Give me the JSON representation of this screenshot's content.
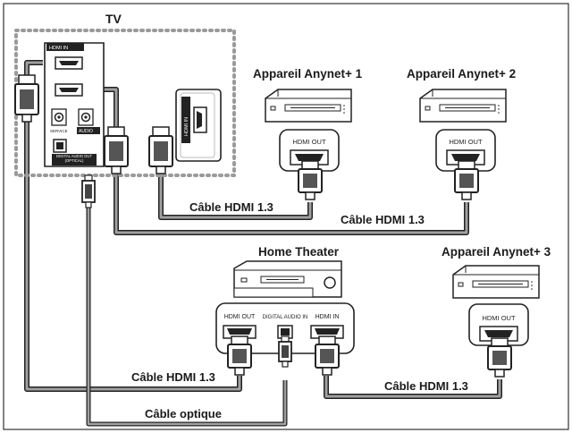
{
  "tv": {
    "label": "TV",
    "hdmi_in_label": "HDMI IN",
    "audio_label": "AUDIO",
    "digital_audio_out_label": "DIGITAL AUDIO OUT (OPTICAL)",
    "service_label": "SERVICE",
    "side_hdmi_label": "HDMI IN"
  },
  "devices": {
    "anynet1": {
      "label": "Appareil Anynet+ 1",
      "port_label": "HDMI OUT"
    },
    "anynet2": {
      "label": "Appareil Anynet+ 2",
      "port_label": "HDMI OUT"
    },
    "anynet3": {
      "label": "Appareil Anynet+ 3",
      "port_label": "HDMI OUT"
    },
    "home_theater": {
      "label": "Home Theater",
      "port_hdmi_out": "HDMI OUT",
      "port_digital_audio_in": "DIGITAL AUDIO IN",
      "port_hdmi_in": "HDMI IN"
    }
  },
  "cables": {
    "hdmi_1": "Câble HDMI 1.3",
    "hdmi_2": "Câble HDMI 1.3",
    "hdmi_ht": "Câble HDMI 1.3",
    "hdmi_3": "Câble HDMI 1.3",
    "optical": "Câble optique"
  }
}
